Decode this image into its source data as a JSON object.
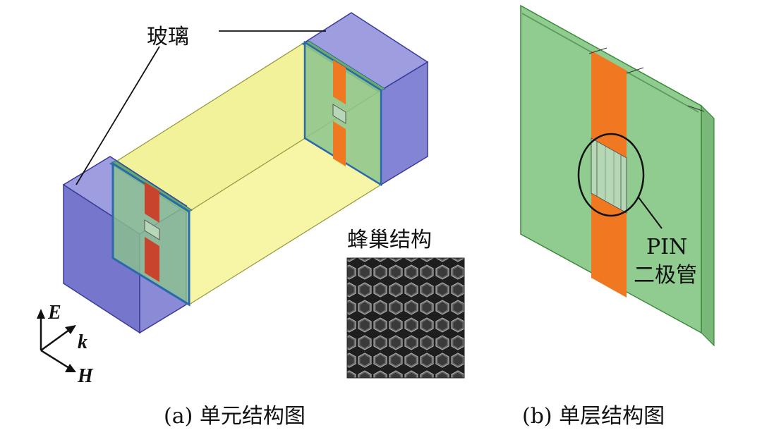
{
  "labels": {
    "glass": "玻璃",
    "honeycomb": "蜂巢结构",
    "pin_line1": "PIN",
    "pin_line2": "二极管",
    "caption_a": "(a) 单元结构图",
    "caption_b": "(b) 单层结构图"
  },
  "axes": {
    "e": "E",
    "k": "k",
    "h": "H"
  },
  "colors": {
    "glass": "#7f7fd4",
    "yellow": "#f4f49a",
    "green": "#8fcc8f",
    "orange": "#f07820",
    "dark_red": "#c8442c",
    "line": "#111111"
  }
}
